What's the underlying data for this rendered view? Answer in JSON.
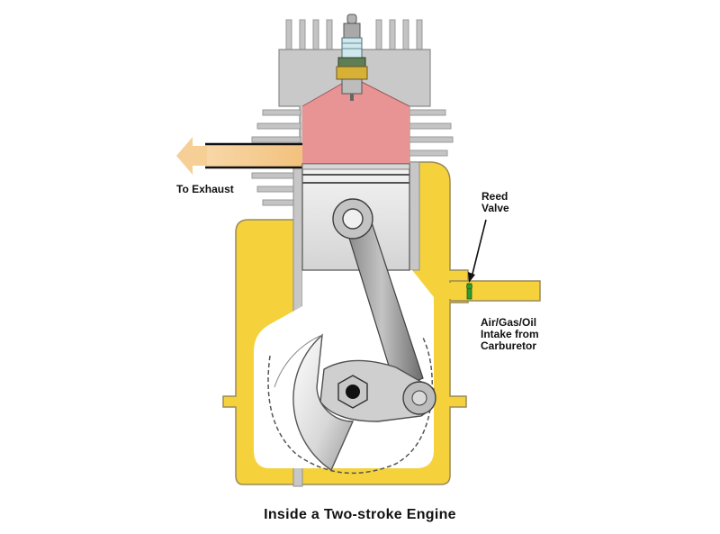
{
  "labels": {
    "exhaust": "To Exhaust",
    "reed_valve": [
      "Reed",
      "Valve"
    ],
    "intake": [
      "Air/Gas/Oil",
      "Intake from",
      "Carburetor"
    ]
  },
  "caption": "Inside a Two-stroke Engine",
  "colors": {
    "crankcase_fill": "#f5d23c",
    "crankcase_outline": "#9a8a5a",
    "cylinder_metal": "#cfcfcf",
    "combustion_chamber": "#e89494",
    "exhaust_arrow": "#f6cf97",
    "reed_valve": "#2f9a2f",
    "piston": "#ececec",
    "spark_plug_insulator": "#cfe8ee"
  },
  "icons": [
    "spark-plug-icon",
    "exhaust-arrow-icon",
    "reed-valve-icon",
    "connecting-rod-icon",
    "crankshaft-icon",
    "piston-icon"
  ]
}
